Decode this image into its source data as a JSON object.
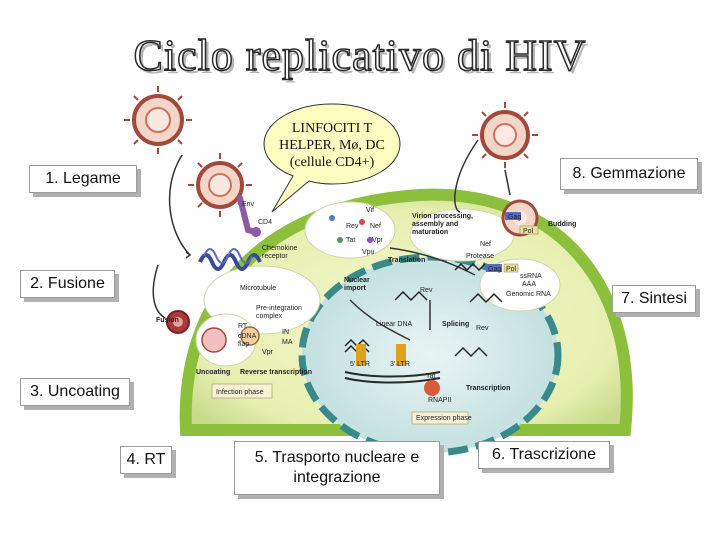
{
  "title": "Ciclo replicativo di HIV",
  "target_cells": {
    "line1": "LINFOCITI T",
    "line2": "HELPER, Mø, DC",
    "line3": "(cellule CD4+)"
  },
  "steps": {
    "s1": "1. Legame",
    "s2": "2. Fusione",
    "s3": "3. Uncoating",
    "s4": "4. RT",
    "s5_line1": "5. Trasporto nucleare e",
    "s5_line2": "integrazione",
    "s6": "6. Trascrizione",
    "s7": "7. Sintesi",
    "s8": "8. Gemmazione"
  },
  "figure_labels": {
    "env": "Env",
    "cd4": "CD4",
    "chemokine1": "Chemokine",
    "chemokine2": "receptor",
    "fusion": "Fusion",
    "microtubule": "Microtubule",
    "preint1": "Pre-integration",
    "preint2": "complex",
    "rt": "RT",
    "in": "IN",
    "cdna": "cDNA",
    "flap": "flap",
    "ma": "MA",
    "vpr": "Vpr",
    "nuclear1": "Nuclear",
    "nuclear2": "import",
    "uncoating": "Uncoating",
    "reverse_transcription": "Reverse transcription",
    "infection_phase": "Infection phase",
    "linear_dna": "Linear DNA",
    "ltr5": "5' LTR",
    "ltr3": "3' LTR",
    "tat": "Tat",
    "transcription": "Transcription",
    "rnapii": "RNAPII",
    "expression_phase": "Expression phase",
    "splicing": "Splicing",
    "rev": "Rev",
    "translation": "Translation",
    "virion1": "Virion processing,",
    "virion2": "assembly and",
    "virion3": "maturation",
    "budding": "Budding",
    "gag": "Gag",
    "pol": "Pol",
    "protease": "Protease",
    "nef": "Nef",
    "vif": "Vif",
    "vpu": "Vpu",
    "ss_rna": "ssRNA",
    "genomic_rna": "Genomic RNA",
    "aaa": "AAA"
  }
}
